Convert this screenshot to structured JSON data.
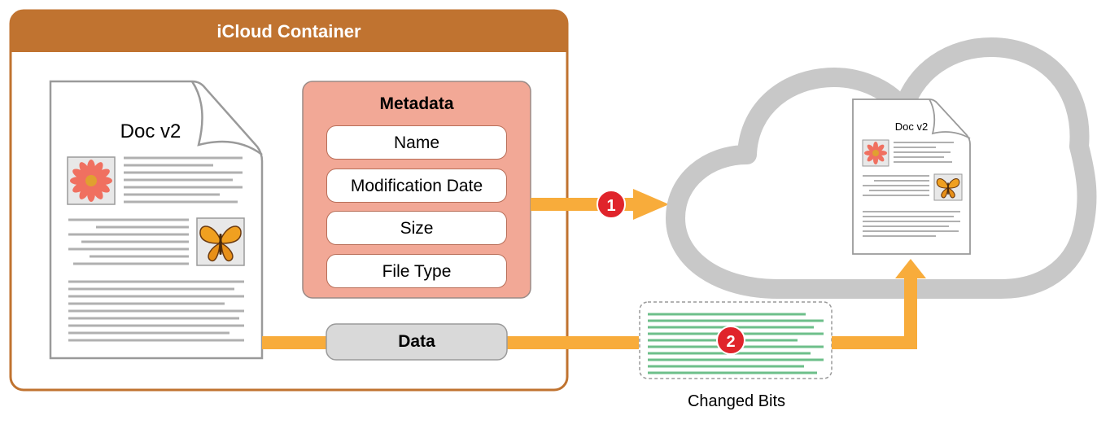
{
  "container": {
    "title": "iCloud Container"
  },
  "document": {
    "title": "Doc v2"
  },
  "cloud_document": {
    "title": "Doc v2"
  },
  "metadata": {
    "title": "Metadata",
    "fields": [
      "Name",
      "Modification Date",
      "Size",
      "File Type"
    ]
  },
  "data_label": "Data",
  "steps": {
    "one": "1",
    "two": "2"
  },
  "changed_bits_label": "Changed Bits",
  "colors": {
    "container_header": "#c07330",
    "container_border": "#c07330",
    "metadata_fill": "#f2a896",
    "arrow": "#f8ac3b",
    "badge": "#e0242b",
    "cloud": "#c8c8c8",
    "changed_bits": "#6dbf8a",
    "data_pill": "#d9d9d9"
  }
}
